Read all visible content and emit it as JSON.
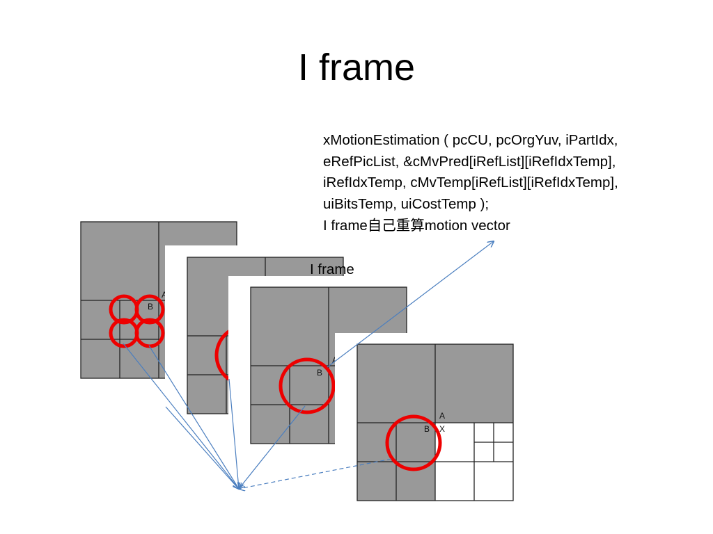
{
  "slide": {
    "title": "I frame",
    "code_lines": [
      "xMotionEstimation ( pcCU, pcOrgYuv, iPartIdx,",
      "eRefPicList, &cMvPred[iRefList][iRefIdxTemp],",
      "iRefIdxTemp, cMvTemp[iRefList][iRefIdxTemp],",
      "uiBitsTemp, uiCostTemp );",
      "I frame自己重算motion vector"
    ],
    "frame_label": "I frame"
  },
  "diagram": {
    "labels": {
      "a": "A",
      "b": "B",
      "x": "X"
    },
    "colors": {
      "block_fill": "#999999",
      "circle": "#ee0000",
      "arrow": "#4a7ebf",
      "grid_line": "#222222"
    }
  }
}
